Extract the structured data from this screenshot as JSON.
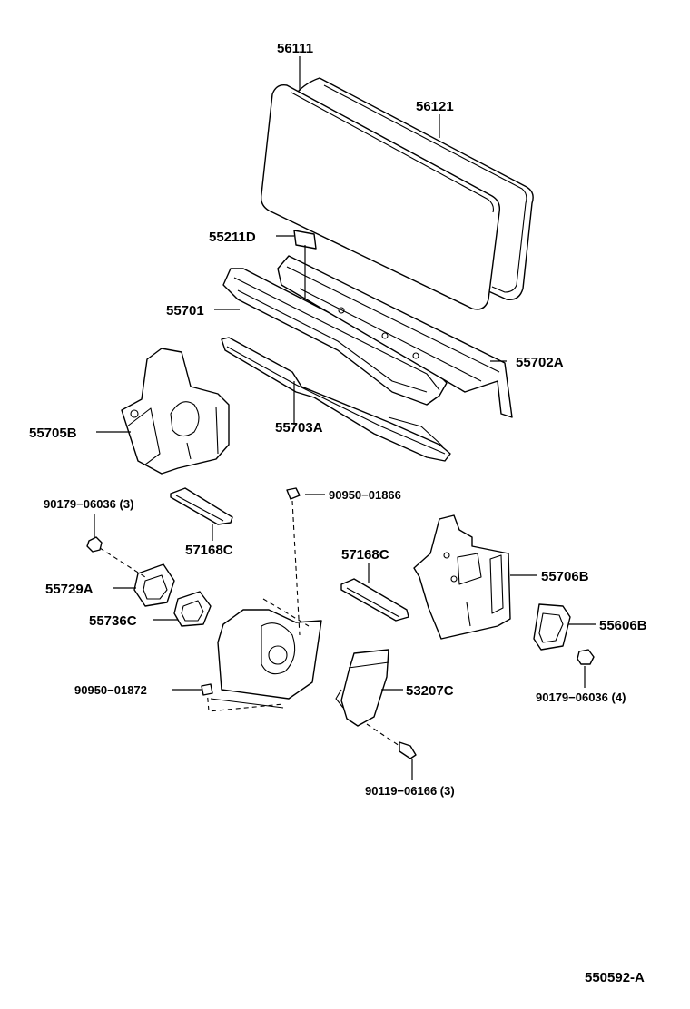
{
  "diagram": {
    "code": "550592-A",
    "callouts": [
      {
        "id": "56111",
        "text": "56111"
      },
      {
        "id": "56121",
        "text": "56121"
      },
      {
        "id": "55211D",
        "text": "55211D"
      },
      {
        "id": "55701",
        "text": "55701"
      },
      {
        "id": "55702A",
        "text": "55702A"
      },
      {
        "id": "55705B",
        "text": "55705B"
      },
      {
        "id": "55703A",
        "text": "55703A"
      },
      {
        "id": "90950-01866",
        "text": "90950−01866"
      },
      {
        "id": "90179-06036-3",
        "text": "90179−06036 (3)"
      },
      {
        "id": "57168C-left",
        "text": "57168C"
      },
      {
        "id": "57168C-right",
        "text": "57168C"
      },
      {
        "id": "55706B",
        "text": "55706B"
      },
      {
        "id": "55729A",
        "text": "55729A"
      },
      {
        "id": "55736C",
        "text": "55736C"
      },
      {
        "id": "55606B",
        "text": "55606B"
      },
      {
        "id": "90950-01872",
        "text": "90950−01872"
      },
      {
        "id": "53207C",
        "text": "53207C"
      },
      {
        "id": "90179-06036-4",
        "text": "90179−06036 (4)"
      },
      {
        "id": "90119-06166-3",
        "text": "90119−06166 (3)"
      }
    ]
  }
}
